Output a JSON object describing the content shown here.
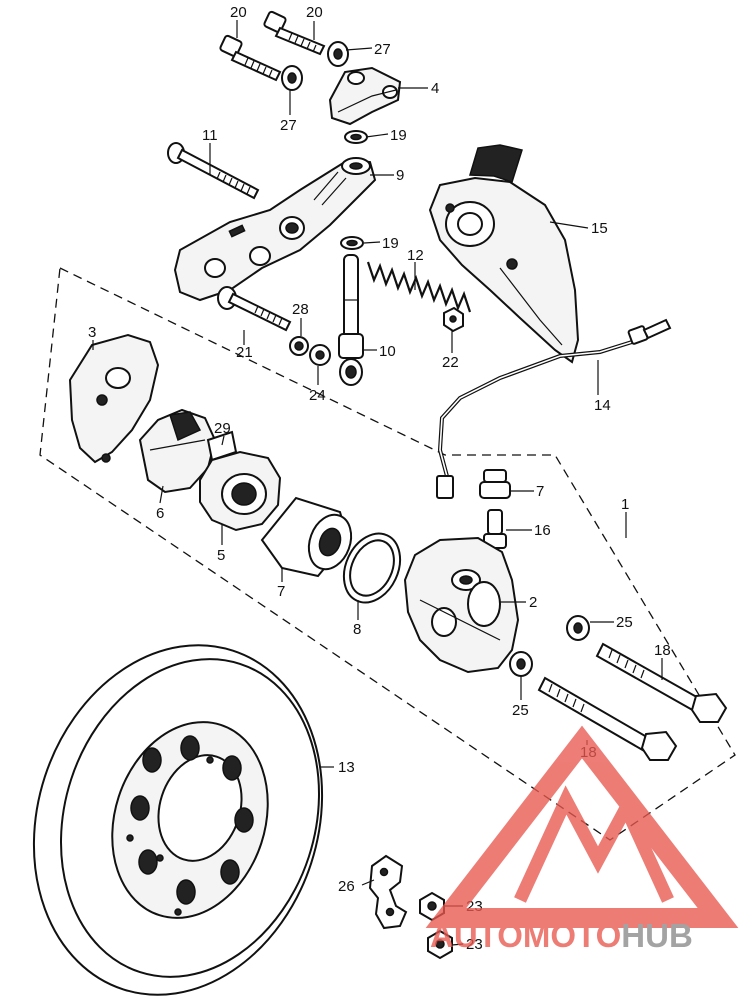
{
  "callouts": [
    {
      "id": "label-20a",
      "text": "20"
    },
    {
      "id": "label-20b",
      "text": "20"
    },
    {
      "id": "label-27a",
      "text": "27"
    },
    {
      "id": "label-4",
      "text": "4"
    },
    {
      "id": "label-27b",
      "text": "27"
    },
    {
      "id": "label-19a",
      "text": "19"
    },
    {
      "id": "label-11",
      "text": "11"
    },
    {
      "id": "label-9",
      "text": "9"
    },
    {
      "id": "label-15",
      "text": "15"
    },
    {
      "id": "label-19b",
      "text": "19"
    },
    {
      "id": "label-12",
      "text": "12"
    },
    {
      "id": "label-28",
      "text": "28"
    },
    {
      "id": "label-21",
      "text": "21"
    },
    {
      "id": "label-10",
      "text": "10"
    },
    {
      "id": "label-22",
      "text": "22"
    },
    {
      "id": "label-24",
      "text": "24"
    },
    {
      "id": "label-3",
      "text": "3"
    },
    {
      "id": "label-14",
      "text": "14"
    },
    {
      "id": "label-29",
      "text": "29"
    },
    {
      "id": "label-6",
      "text": "6"
    },
    {
      "id": "label-5",
      "text": "5"
    },
    {
      "id": "label-7a",
      "text": "7"
    },
    {
      "id": "label-1",
      "text": "1"
    },
    {
      "id": "label-16",
      "text": "16"
    },
    {
      "id": "label-7b",
      "text": "7"
    },
    {
      "id": "label-8",
      "text": "8"
    },
    {
      "id": "label-2",
      "text": "2"
    },
    {
      "id": "label-25a",
      "text": "25"
    },
    {
      "id": "label-18a",
      "text": "18"
    },
    {
      "id": "label-25b",
      "text": "25"
    },
    {
      "id": "label-18b",
      "text": "18"
    },
    {
      "id": "label-13",
      "text": "13"
    },
    {
      "id": "label-26",
      "text": "26"
    },
    {
      "id": "label-23a",
      "text": "23"
    },
    {
      "id": "label-23b",
      "text": "23"
    }
  ],
  "watermark": {
    "part1": "AUTO",
    "part2": "MOTO",
    "part3": "HUB",
    "color_red": "#e8584f",
    "color_grey": "#8a8a8a"
  }
}
